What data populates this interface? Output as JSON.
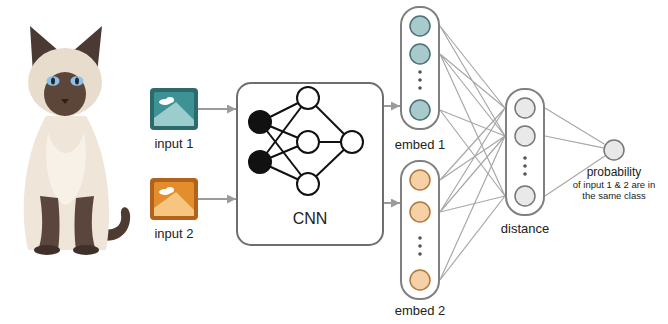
{
  "diagram": {
    "nodes": [
      {
        "text": [
          "input 1"
        ]
      },
      {
        "text": [
          "input 2"
        ]
      },
      {
        "text": [
          "CNN"
        ]
      },
      {
        "text": [
          "embed 1"
        ]
      },
      {
        "text": [
          "embed 2"
        ]
      },
      {
        "text": [
          "distance"
        ]
      },
      {
        "text": [
          "probability",
          "of input 1 & 2 are in the same class"
        ]
      }
    ],
    "edges": [
      {
        "from": 0,
        "to": 2,
        "arrow": "to"
      },
      {
        "from": 1,
        "to": 2,
        "arrow": "to"
      },
      {
        "from": 2,
        "to": 3,
        "arrow": "to"
      },
      {
        "from": 2,
        "to": 4,
        "arrow": "to"
      },
      {
        "from": 3,
        "to": 5,
        "arrow": "none"
      },
      {
        "from": 4,
        "to": 5,
        "arrow": "none"
      },
      {
        "from": 5,
        "to": 6,
        "arrow": "none"
      }
    ]
  }
}
